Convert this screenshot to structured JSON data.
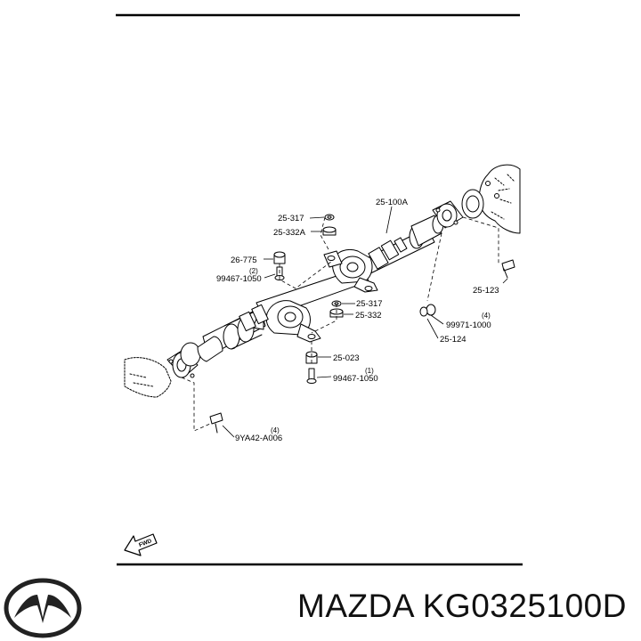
{
  "labels": {
    "c1": "25-317",
    "c2": "25-332A",
    "c3": "26-775",
    "c4q": "(2)",
    "c4": "99467-1050",
    "c5": "25-100A",
    "c6": "25-123",
    "c7q": "(4)",
    "c7": "99971-1000",
    "c8": "25-124",
    "c9": "25-317",
    "c10": "25-332",
    "c11": "25-023",
    "c12q": "(1)",
    "c12": "99467-1050",
    "c13q": "(4)",
    "c13": "9YA42-A006",
    "fwd": "FWD"
  },
  "footer": {
    "brand": "MAZDA",
    "part_number": "KG0325100D",
    "logo_icon": "mazda-logo-icon"
  }
}
